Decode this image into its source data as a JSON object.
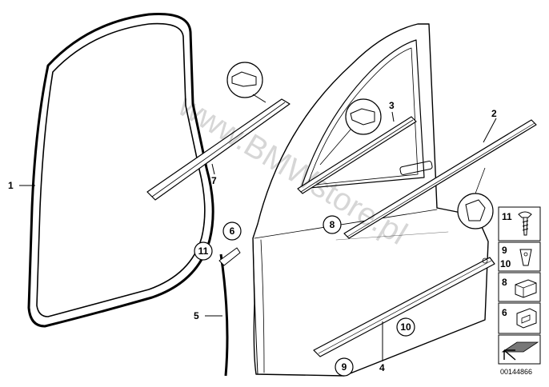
{
  "callouts": {
    "p1": "1",
    "p2": "2",
    "p3": "3",
    "p4": "4",
    "p5": "5",
    "p6": "6",
    "p7": "7",
    "p8": "8",
    "p9": "9",
    "p10": "10",
    "p11": "11"
  },
  "legend": {
    "l11": "11",
    "l9": "9",
    "l10": "10",
    "l8": "8",
    "l6": "6"
  },
  "watermark": "www.BMWstore.pl",
  "doc_number": "00144866"
}
